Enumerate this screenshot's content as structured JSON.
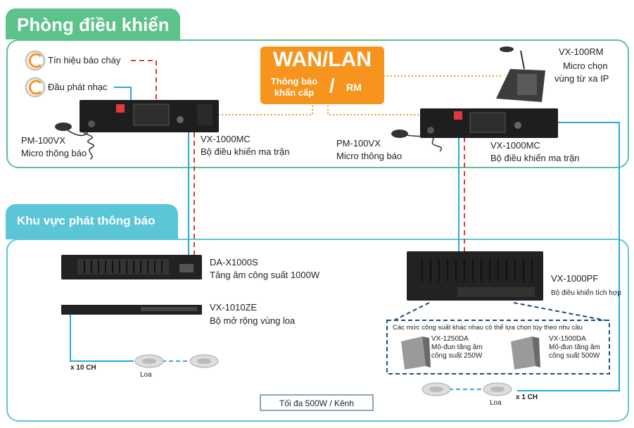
{
  "control_room": {
    "title": "Phòng điều khiển"
  },
  "broadcast_area": {
    "title": "Khu vực phát thông báo"
  },
  "inputs": {
    "fire_signal": "Tín hiệu báo cháy",
    "music_source": "Đầu phát nhạc"
  },
  "wan": {
    "title": "WAN/LAN",
    "emergency": "Thông báo\nkhẩn cấp",
    "slash": "/",
    "rm": "RM"
  },
  "left_controller": {
    "model": "VX-1000MC",
    "desc": "Bộ điều khiển ma trận"
  },
  "left_mic": {
    "model": "PM-100VX",
    "desc": "Micro thông báo"
  },
  "right_controller": {
    "model": "VX-1000MC",
    "desc": "Bộ điều khiển ma trận"
  },
  "right_mic": {
    "model": "PM-100VX",
    "desc": "Micro thông báo"
  },
  "remote_mic": {
    "model": "VX-100RM",
    "desc_line1": "Micro chọn",
    "desc_line2": "vùng từ xa IP"
  },
  "amplifier": {
    "model": "DA-X1000S",
    "desc": "Tăng âm công suất 1000W"
  },
  "zone_expander": {
    "model": "VX-1010ZE",
    "desc": "Bộ mở rộng vùng loa"
  },
  "integrated": {
    "model": "VX-1000PF",
    "desc": "Bộ điều khiển tích hợp"
  },
  "power_options": {
    "caption": "Các mức công suất khác nhau có thể lựa chọn tùy theo nhu cầu",
    "modules": [
      {
        "model": "VX-1250DA",
        "line1": "Mô-đun tăng âm",
        "line2": "công suất 250W"
      },
      {
        "model": "VX-1500DA",
        "line1": "Mô-đun tăng âm",
        "line2": "công suất 500W"
      }
    ]
  },
  "speakers": {
    "label_left": "Loa",
    "label_right": "Loa",
    "channels_left": "x 10 CH",
    "channels_right": "x 1 CH"
  },
  "max_note": "Tối đa 500W / Kênh",
  "colors": {
    "green": "#5cc38a",
    "blue": "#5bc6d6",
    "orange": "#f7941d",
    "red": "#e0393e",
    "navy": "#1e4e79"
  }
}
